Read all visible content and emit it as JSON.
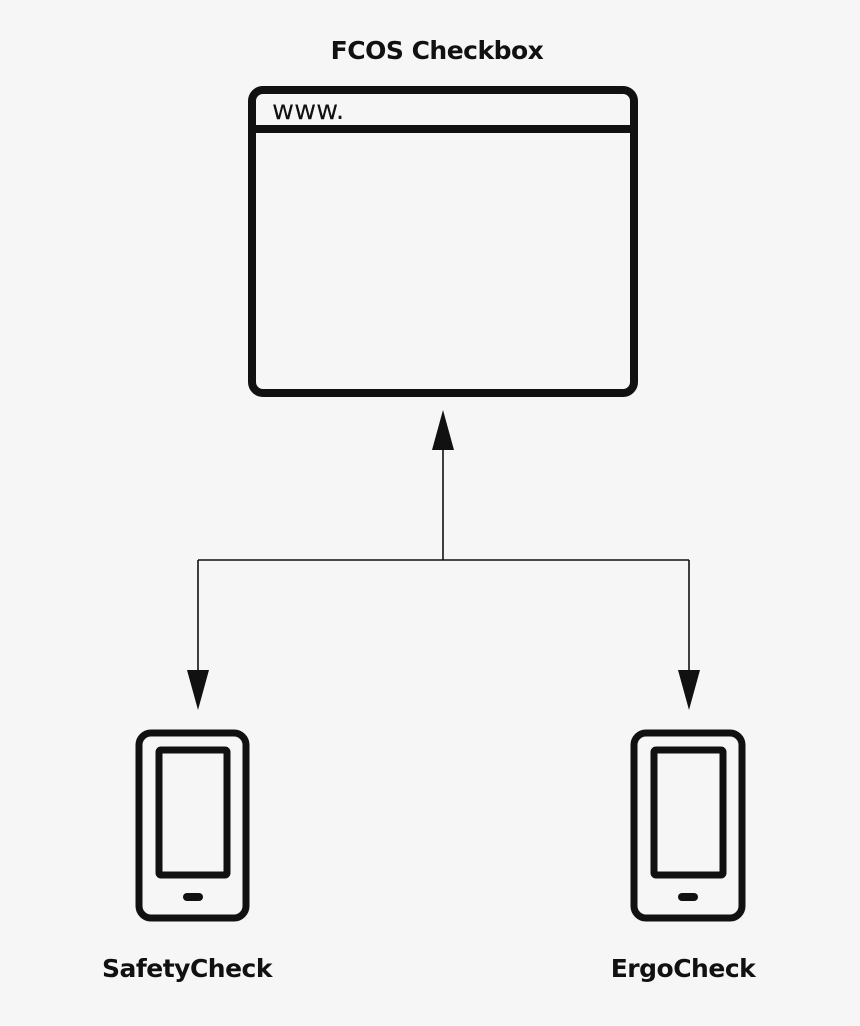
{
  "diagram": {
    "top_node": {
      "title": "FCOS Checkbox",
      "url_prefix": "www.",
      "icon": "browser-window-icon"
    },
    "bottom_nodes": [
      {
        "label": "SafetyCheck",
        "icon": "smartphone-icon"
      },
      {
        "label": "ErgoCheck",
        "icon": "smartphone-icon"
      }
    ],
    "connections": [
      {
        "from": "SafetyCheck",
        "to": "FCOS Checkbox"
      },
      {
        "from": "ErgoCheck",
        "to": "FCOS Checkbox"
      },
      {
        "from": "FCOS Checkbox",
        "to": "SafetyCheck"
      },
      {
        "from": "FCOS Checkbox",
        "to": "ErgoCheck"
      }
    ],
    "colors": {
      "background": "#f6f6f6",
      "stroke": "#111111"
    }
  }
}
